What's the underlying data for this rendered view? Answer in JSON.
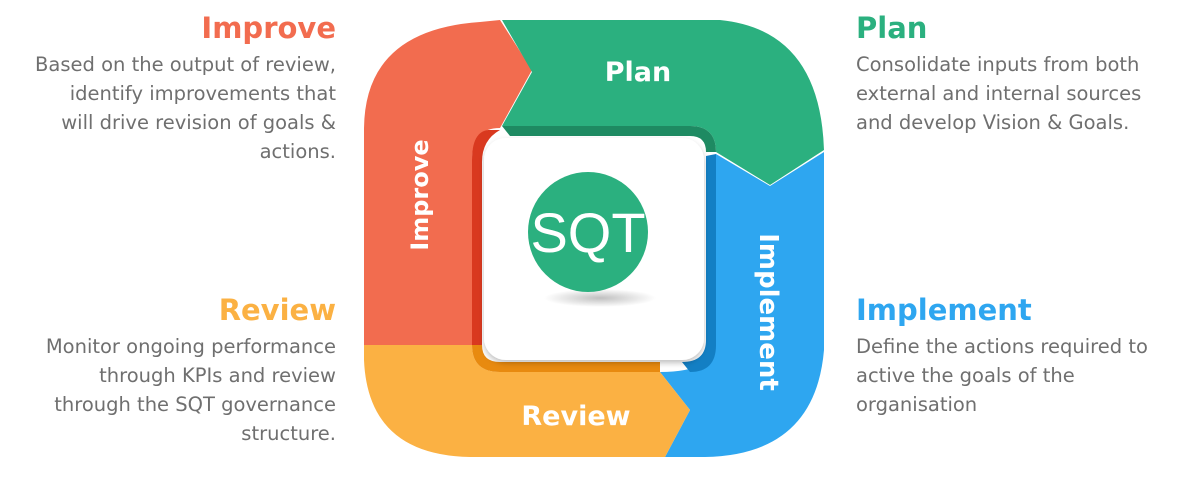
{
  "colors": {
    "improve": "#f26c4f",
    "plan": "#2bb07f",
    "implement": "#2ea6f0",
    "review": "#fbb143",
    "logo": "#2bb07f"
  },
  "improve": {
    "title": "Improve",
    "text": "Based on the output of review,\nidentify improvements that\nwill drive revision of goals &\nactions."
  },
  "review": {
    "title": "Review",
    "text": "Monitor ongoing performance\nthrough KPIs and review\nthrough the SQT governance\nstructure."
  },
  "plan": {
    "title": "Plan",
    "text": "Consolidate inputs from both\nexternal and internal sources\nand develop Vision & Goals."
  },
  "implement": {
    "title": "Implement",
    "text": "Define the actions required to\nactive the goals of the\norganisation"
  },
  "cycle": {
    "plan_label": "Plan",
    "implement_label": "Implement",
    "review_label": "Review",
    "improve_label": "Improve",
    "logo_text": "SQT"
  }
}
